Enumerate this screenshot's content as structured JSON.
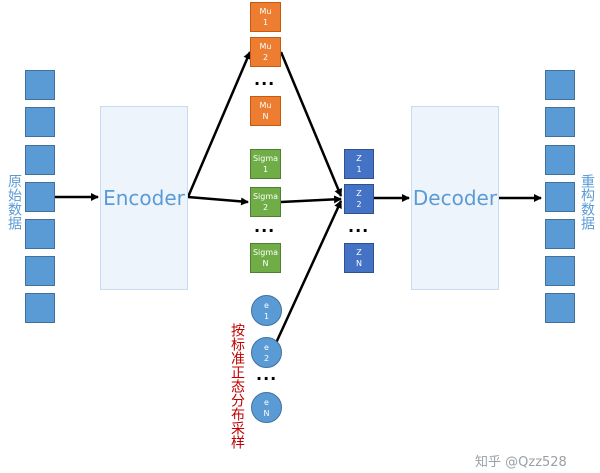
{
  "input_label": "原始数据",
  "output_label": "重构数据",
  "encoder_label": "Encoder",
  "decoder_label": "Decoder",
  "mu": [
    {
      "name": "Mu",
      "idx": "1"
    },
    {
      "name": "Mu",
      "idx": "2"
    },
    {
      "name": "Mu",
      "idx": "N"
    }
  ],
  "sigma": [
    {
      "name": "Sigma",
      "idx": "1"
    },
    {
      "name": "Sigma",
      "idx": "2"
    },
    {
      "name": "Sigma",
      "idx": "N"
    }
  ],
  "z": [
    {
      "name": "Z",
      "idx": "1"
    },
    {
      "name": "Z",
      "idx": "2"
    },
    {
      "name": "Z",
      "idx": "N"
    }
  ],
  "e": [
    {
      "name": "e",
      "idx": "1"
    },
    {
      "name": "e",
      "idx": "2"
    },
    {
      "name": "e",
      "idx": "N"
    }
  ],
  "ellipsis": "...",
  "sampling_label": "按标准正态分布采样",
  "watermark": "知乎 @Qzz528",
  "colors": {
    "blue": "#5b9bd5",
    "orange": "#ed7d31",
    "green": "#70ad47",
    "darkblue": "#4472c4",
    "red": "#c00000"
  }
}
